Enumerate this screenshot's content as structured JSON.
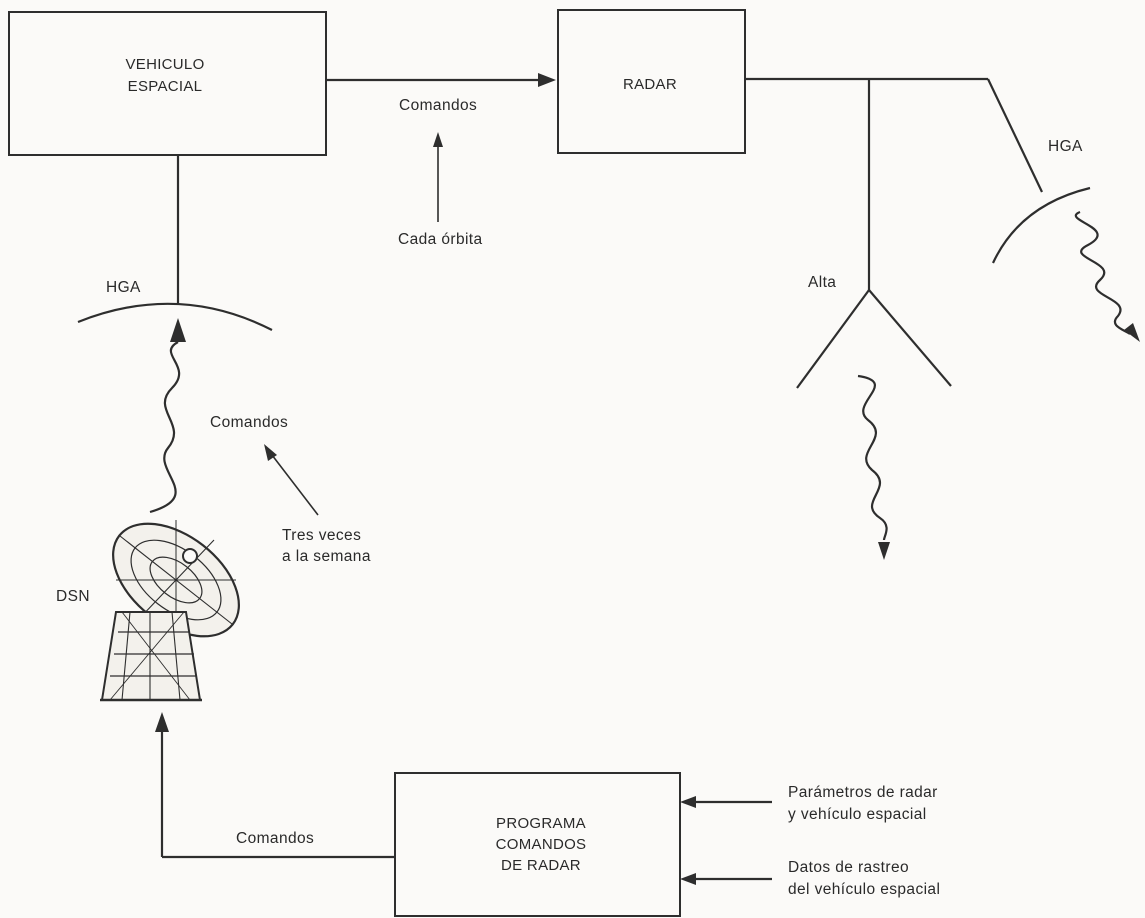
{
  "boxes": {
    "spacecraft": [
      "VEHICULO",
      "ESPACIAL"
    ],
    "radar": [
      "RADAR"
    ],
    "program": [
      "PROGRAMA",
      "COMANDOS",
      "DE RADAR"
    ]
  },
  "labels": {
    "commands_top": "Comandos",
    "every_orbit": "Cada órbita",
    "hga_left": "HGA",
    "hga_right": "HGA",
    "altimeter": "Alta",
    "commands_uplink": "Comandos",
    "three_times": [
      "Tres veces",
      "a la semana"
    ],
    "dsn": "DSN",
    "commands_bottom": "Comandos",
    "radar_params": [
      "Parámetros de radar",
      "y vehículo espacial"
    ],
    "tracking_data": [
      "Datos de rastreo",
      "del vehículo espacial"
    ]
  }
}
